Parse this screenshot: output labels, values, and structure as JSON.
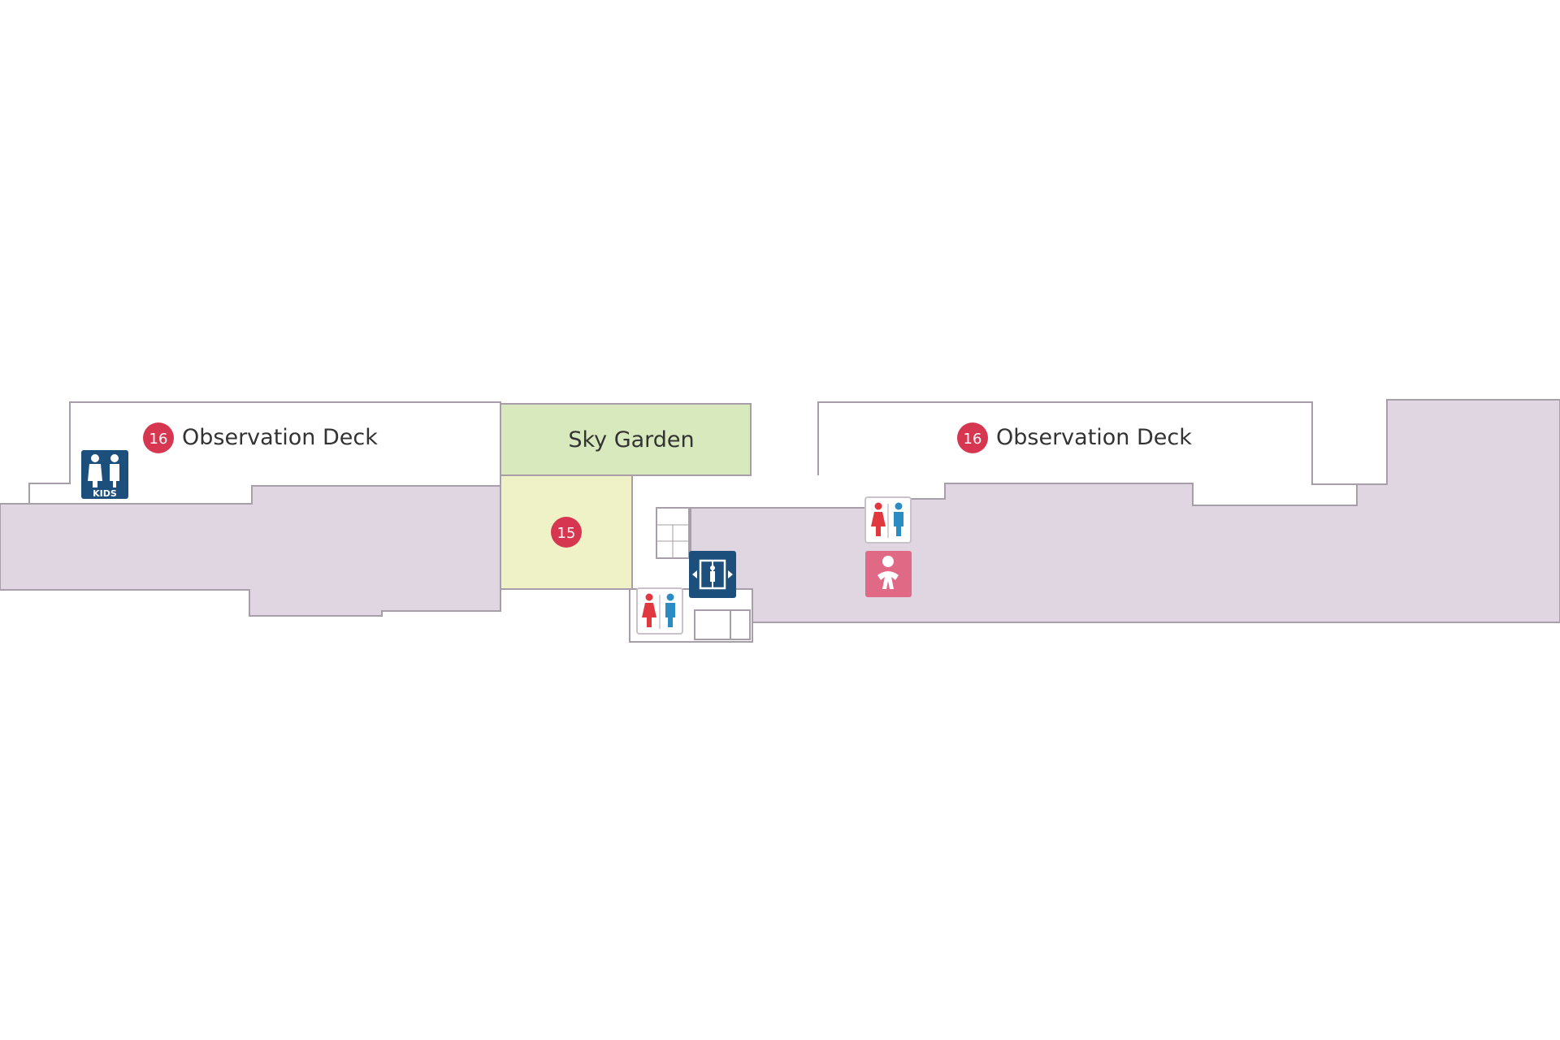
{
  "map": {
    "colors": {
      "background": "#ffffff",
      "corridor": "#e0d6e2",
      "outline": "#a89eaa",
      "deck": "#ffffff",
      "sky_garden": "#d7e9bd",
      "area_15": "#eef2c6",
      "marker": "#d6364f",
      "icon_navy": "#1d4f7c",
      "icon_pink": "#e06a86",
      "female": "#e0383e",
      "male": "#2b8cc4",
      "text": "#333333"
    },
    "zones": {
      "deck_left": {
        "label": "Observation Deck",
        "marker": "16"
      },
      "deck_right": {
        "label": "Observation Deck",
        "marker": "16"
      },
      "sky_garden": {
        "label": "Sky Garden"
      },
      "area_15": {
        "marker": "15"
      }
    },
    "icons": {
      "kids_text": "KIDS"
    }
  }
}
